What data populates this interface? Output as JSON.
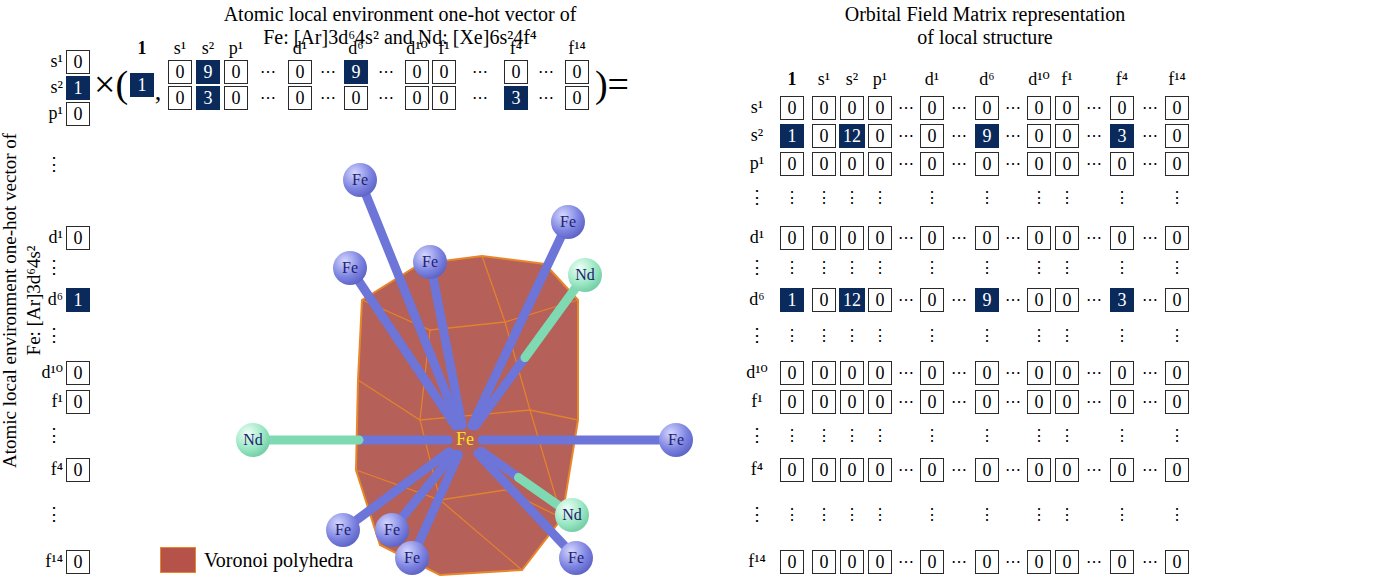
{
  "diagram": {
    "nodes": [
      {
        "text": [
          "1"
        ]
      },
      {
        "text": [
          "0"
        ]
      },
      {
        "text": [
          "9"
        ]
      },
      {
        "text": [
          "0"
        ]
      },
      {
        "text": [
          "0"
        ]
      },
      {
        "text": [
          "9"
        ]
      },
      {
        "text": [
          "0"
        ]
      },
      {
        "text": [
          "0"
        ]
      },
      {
        "text": [
          "0"
        ]
      },
      {
        "text": [
          "0"
        ]
      },
      {
        "text": [
          "0"
        ]
      },
      {
        "text": [
          "3"
        ]
      },
      {
        "text": [
          "0"
        ]
      },
      {
        "text": [
          "0"
        ]
      },
      {
        "text": [
          "0"
        ]
      },
      {
        "text": [
          "0"
        ]
      },
      {
        "text": [
          "0"
        ]
      },
      {
        "text": [
          "3"
        ]
      },
      {
        "text": [
          "0"
        ]
      },
      {
        "text": [
          "0"
        ]
      },
      {
        "text": [
          "1"
        ]
      },
      {
        "text": [
          "0"
        ]
      },
      {
        "text": [
          "0"
        ]
      },
      {
        "text": [
          "1"
        ]
      },
      {
        "text": [
          "0"
        ]
      },
      {
        "text": [
          "0"
        ]
      },
      {
        "text": [
          "0"
        ]
      },
      {
        "text": [
          "0"
        ]
      },
      {
        "text": [
          "Fe"
        ]
      },
      {
        "text": [
          "Fe"
        ]
      },
      {
        "text": [
          "Fe"
        ]
      },
      {
        "text": [
          "Nd"
        ]
      },
      {
        "text": [
          "Fe"
        ]
      },
      {
        "text": [
          "Fe"
        ]
      },
      {
        "text": [
          "Nd"
        ]
      },
      {
        "text": [
          "Fe"
        ]
      },
      {
        "text": [
          "Fe"
        ]
      },
      {
        "text": [
          "Fe"
        ]
      },
      {
        "text": [
          "Nd"
        ]
      },
      {
        "text": [
          "Fe"
        ]
      },
      {
        "text": [
          "Fe"
        ]
      },
      {
        "text": [
          "0"
        ]
      },
      {
        "text": [
          "0"
        ]
      },
      {
        "text": [
          "0"
        ]
      },
      {
        "text": [
          "0"
        ]
      },
      {
        "text": [
          "0"
        ]
      },
      {
        "text": [
          "0"
        ]
      },
      {
        "text": [
          "0"
        ]
      },
      {
        "text": [
          "0"
        ]
      },
      {
        "text": [
          "0"
        ]
      },
      {
        "text": [
          "0"
        ]
      },
      {
        "text": [
          "1"
        ]
      },
      {
        "text": [
          "0"
        ]
      },
      {
        "text": [
          "12"
        ]
      },
      {
        "text": [
          "0"
        ]
      },
      {
        "text": [
          "0"
        ]
      },
      {
        "text": [
          "9"
        ]
      },
      {
        "text": [
          "0"
        ]
      },
      {
        "text": [
          "0"
        ]
      },
      {
        "text": [
          "3"
        ]
      },
      {
        "text": [
          "0"
        ]
      },
      {
        "text": [
          "0"
        ]
      },
      {
        "text": [
          "0"
        ]
      },
      {
        "text": [
          "0"
        ]
      },
      {
        "text": [
          "0"
        ]
      },
      {
        "text": [
          "0"
        ]
      },
      {
        "text": [
          "0"
        ]
      },
      {
        "text": [
          "0"
        ]
      },
      {
        "text": [
          "0"
        ]
      },
      {
        "text": [
          "0"
        ]
      },
      {
        "text": [
          "0"
        ]
      },
      {
        "text": [
          "0"
        ]
      },
      {
        "text": [
          "0"
        ]
      },
      {
        "text": [
          "0"
        ]
      },
      {
        "text": [
          "0"
        ]
      },
      {
        "text": [
          "0"
        ]
      },
      {
        "text": [
          "0"
        ]
      },
      {
        "text": [
          "0"
        ]
      },
      {
        "text": [
          "0"
        ]
      },
      {
        "text": [
          "0"
        ]
      },
      {
        "text": [
          "0"
        ]
      },
      {
        "text": [
          "1"
        ]
      },
      {
        "text": [
          "0"
        ]
      },
      {
        "text": [
          "12"
        ]
      },
      {
        "text": [
          "0"
        ]
      },
      {
        "text": [
          "0"
        ]
      },
      {
        "text": [
          "9"
        ]
      },
      {
        "text": [
          "0"
        ]
      },
      {
        "text": [
          "0"
        ]
      },
      {
        "text": [
          "3"
        ]
      },
      {
        "text": [
          "0"
        ]
      },
      {
        "text": [
          "0"
        ]
      },
      {
        "text": [
          "0"
        ]
      },
      {
        "text": [
          "0"
        ]
      },
      {
        "text": [
          "0"
        ]
      },
      {
        "text": [
          "0"
        ]
      },
      {
        "text": [
          "0"
        ]
      },
      {
        "text": [
          "0"
        ]
      },
      {
        "text": [
          "0"
        ]
      },
      {
        "text": [
          "0"
        ]
      },
      {
        "text": [
          "0"
        ]
      },
      {
        "text": [
          "0"
        ]
      },
      {
        "text": [
          "0"
        ]
      },
      {
        "text": [
          "0"
        ]
      },
      {
        "text": [
          "0"
        ]
      },
      {
        "text": [
          "0"
        ]
      },
      {
        "text": [
          "0"
        ]
      },
      {
        "text": [
          "0"
        ]
      },
      {
        "text": [
          "0"
        ]
      },
      {
        "text": [
          "0"
        ]
      },
      {
        "text": [
          "0"
        ]
      },
      {
        "text": [
          "0"
        ]
      },
      {
        "text": [
          "0"
        ]
      },
      {
        "text": [
          "0"
        ]
      },
      {
        "text": [
          "0"
        ]
      },
      {
        "text": [
          "0"
        ]
      },
      {
        "text": [
          "0"
        ]
      },
      {
        "text": [
          "0"
        ]
      },
      {
        "text": [
          "0"
        ]
      },
      {
        "text": [
          "0"
        ]
      },
      {
        "text": [
          "0"
        ]
      },
      {
        "text": [
          "0"
        ]
      },
      {
        "text": [
          "0"
        ]
      },
      {
        "text": [
          "0"
        ]
      },
      {
        "text": [
          "0"
        ]
      },
      {
        "text": [
          "0"
        ]
      },
      {
        "text": [
          "0"
        ]
      },
      {
        "text": [
          "0"
        ]
      },
      {
        "text": [
          "0"
        ]
      },
      {
        "text": [
          "0"
        ]
      },
      {
        "text": [
          "0"
        ]
      }
    ],
    "edges": [
      {
        "from": 28,
        "to": 29,
        "arrow": "none"
      },
      {
        "from": 28,
        "to": 30,
        "arrow": "none"
      },
      {
        "from": 28,
        "to": 31,
        "arrow": "none"
      },
      {
        "from": 28,
        "to": 32,
        "arrow": "none"
      },
      {
        "from": 28,
        "to": 33,
        "arrow": "none"
      },
      {
        "from": 28,
        "to": 34,
        "arrow": "none"
      },
      {
        "from": 28,
        "to": 35,
        "arrow": "none"
      },
      {
        "from": 28,
        "to": 36,
        "arrow": "none"
      },
      {
        "from": 28,
        "to": 37,
        "arrow": "none"
      },
      {
        "from": 28,
        "to": 38,
        "arrow": "none"
      },
      {
        "from": 28,
        "to": 39,
        "arrow": "none"
      },
      {
        "from": 28,
        "to": 40,
        "arrow": "none"
      }
    ],
    "labels": [
      "Atomic local environment one-hot vector of",
      "Fe: [Ar]3d⁶4s² and Nd: [Xe]6s²4f⁴",
      "Orbital Field Matrix representation",
      "of local structure",
      "Atomic local environment one-hot vector of",
      "Fe: [Ar]3d⁶4s²",
      "×(",
      ",",
      ")=",
      "1",
      "s¹",
      "s²",
      "p¹",
      "d¹",
      "d⁶",
      "d¹⁰",
      "f¹",
      "f⁴",
      "f¹⁴",
      "⋯",
      "⋯",
      "⋯",
      "⋯",
      "⋯",
      "⋯",
      "⋯",
      "⋯",
      "⋯",
      "⋯",
      "s¹",
      "s²",
      "p¹",
      "⋮",
      "d¹",
      "⋮",
      "d⁶",
      "⋮",
      "d¹⁰",
      "f¹",
      "⋮",
      "f⁴",
      "⋮",
      "f¹⁴",
      "1",
      "s¹",
      "s²",
      "p¹",
      "d¹",
      "d⁶",
      "d¹⁰",
      "f¹",
      "f⁴",
      "f¹⁴",
      "s¹",
      "⋯",
      "⋯",
      "⋯",
      "⋯",
      "⋯",
      "s²",
      "⋯",
      "⋯",
      "⋯",
      "⋯",
      "⋯",
      "p¹",
      "⋯",
      "⋯",
      "⋯",
      "⋯",
      "⋯",
      "⋮",
      "⋮",
      "⋮",
      "⋮",
      "⋮",
      "⋮",
      "⋮",
      "⋮",
      "⋮",
      "⋮",
      "⋮",
      "d¹",
      "⋯",
      "⋯",
      "⋯",
      "⋯",
      "⋯",
      "⋮",
      "⋮",
      "⋮",
      "⋮",
      "⋮",
      "⋮",
      "⋮",
      "⋮",
      "⋮",
      "⋮",
      "⋮",
      "d⁶",
      "⋯",
      "⋯",
      "⋯",
      "⋯",
      "⋯",
      "⋮",
      "⋮",
      "⋮",
      "⋮",
      "⋮",
      "⋮",
      "⋮",
      "⋮",
      "⋮",
      "⋮",
      "⋮",
      "d¹⁰",
      "⋯",
      "⋯",
      "⋯",
      "⋯",
      "⋯",
      "f¹",
      "⋯",
      "⋯",
      "⋯",
      "⋯",
      "⋯",
      "⋮",
      "⋮",
      "⋮",
      "⋮",
      "⋮",
      "⋮",
      "⋮",
      "⋮",
      "⋮",
      "⋮",
      "⋮",
      "f⁴",
      "⋯",
      "⋯",
      "⋯",
      "⋯",
      "⋯",
      "⋮",
      "⋮",
      "⋮",
      "⋮",
      "⋮",
      "⋮",
      "⋮",
      "⋮",
      "⋮",
      "⋮",
      "⋮",
      "f¹⁴",
      "⋯",
      "⋯",
      "⋯",
      "⋯",
      "⋯"
    ],
    "legend": [
      {
        "text": "Voronoi polyhedra",
        "color": "#b5524a"
      }
    ]
  }
}
